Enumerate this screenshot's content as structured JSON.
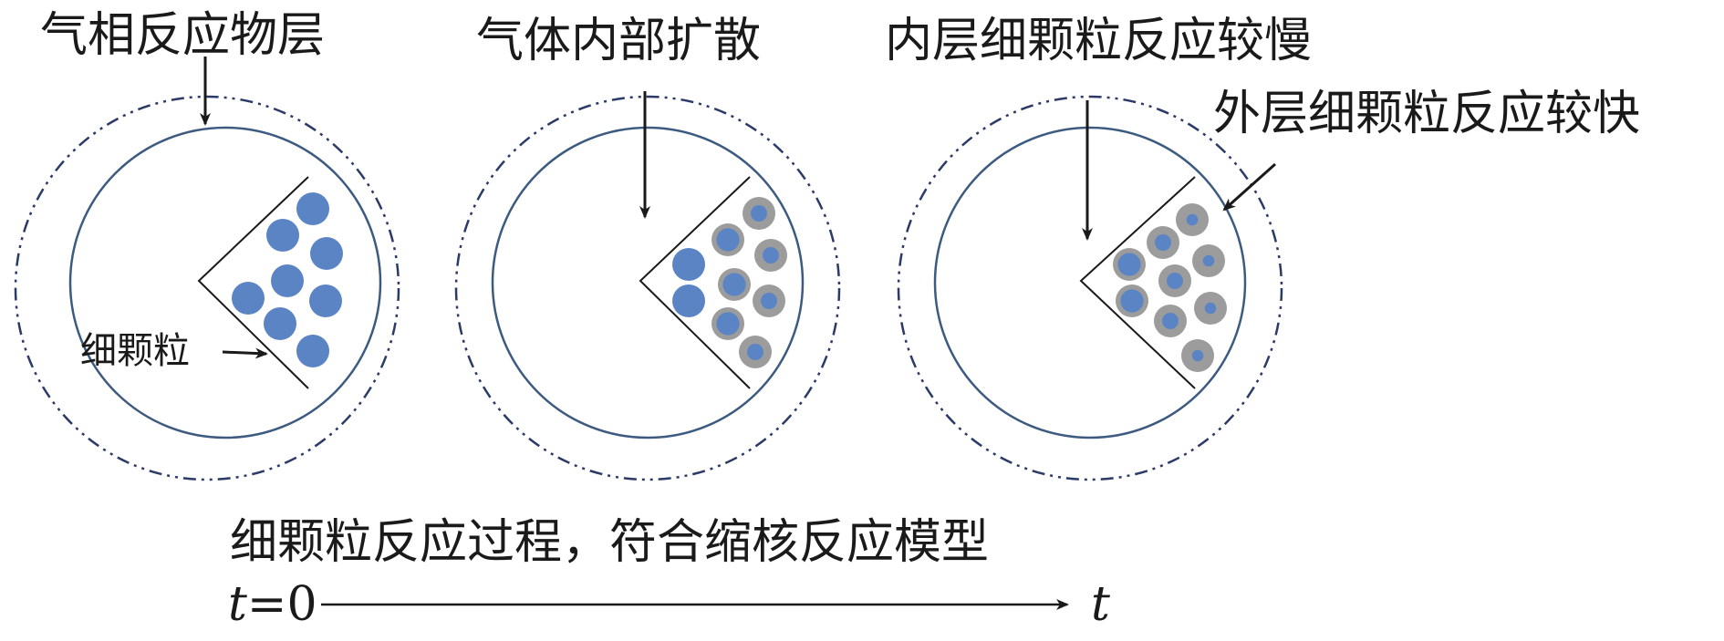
{
  "labels": {
    "gas_layer": "气相反应物层",
    "gas_diffusion": "气体内部扩散",
    "inner_slow": "内层细颗粒反应较慢",
    "outer_fast": "外层细颗粒反应较快",
    "fine_particle": "细颗粒",
    "caption": "细颗粒反应过程，符合缩核反应模型"
  },
  "time_axis": {
    "start_var": "t",
    "start_eq": "=",
    "start_val": "0",
    "end_var": "t"
  },
  "colors": {
    "pellet_outline": "#3d5a80",
    "gas_boundary": "#2b3a67",
    "core_blue": "#5b84c4",
    "product_gray": "#9c9c9c",
    "line": "#1a1a1a"
  },
  "stages": [
    {
      "name": "t0",
      "particles": [
        {
          "core": 1.0
        },
        {
          "core": 1.0
        },
        {
          "core": 1.0
        },
        {
          "core": 1.0
        },
        {
          "core": 1.0
        },
        {
          "core": 1.0
        },
        {
          "core": 1.0
        },
        {
          "core": 1.0
        }
      ]
    },
    {
      "name": "mid",
      "particles": [
        {
          "core": 1.0
        },
        {
          "core": 1.0
        },
        {
          "core": 0.7
        },
        {
          "core": 0.7
        },
        {
          "core": 0.7
        },
        {
          "core": 0.5
        },
        {
          "core": 0.5
        },
        {
          "core": 0.5
        },
        {
          "core": 0.5
        }
      ]
    },
    {
      "name": "late",
      "particles": [
        {
          "core": 0.7
        },
        {
          "core": 0.7
        },
        {
          "core": 0.5
        },
        {
          "core": 0.5
        },
        {
          "core": 0.5
        },
        {
          "core": 0.35
        },
        {
          "core": 0.35
        },
        {
          "core": 0.35
        },
        {
          "core": 0.35
        }
      ]
    }
  ]
}
